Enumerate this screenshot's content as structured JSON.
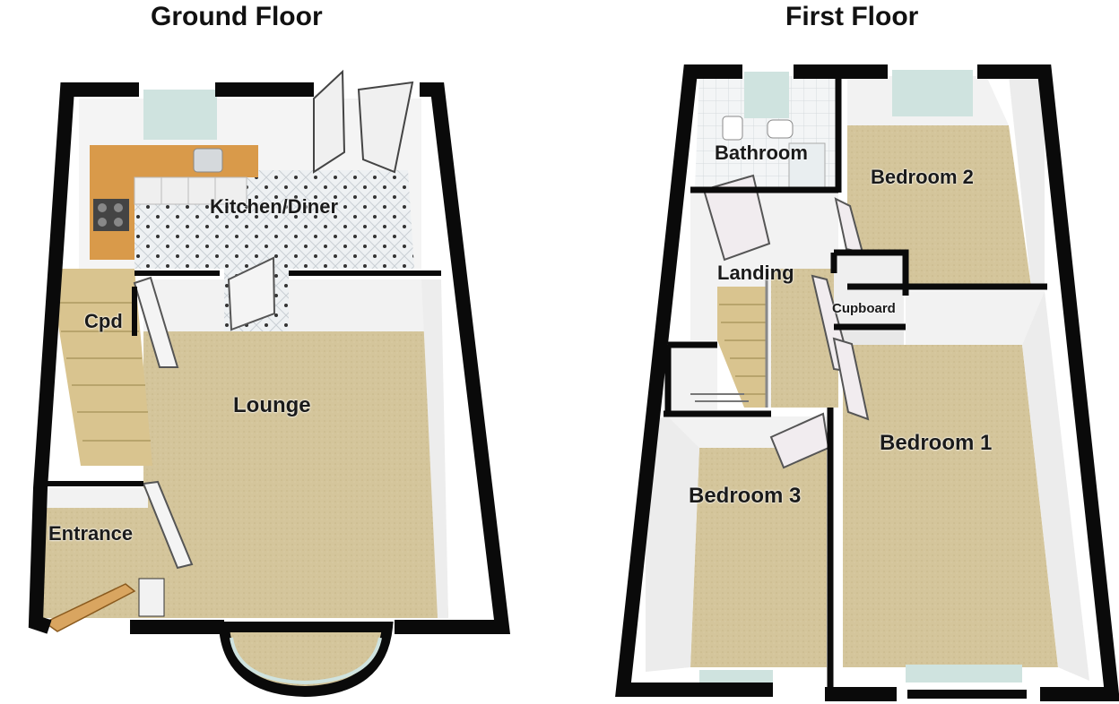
{
  "titles": {
    "ground": "Ground Floor",
    "first": "First Floor"
  },
  "ground_floor": {
    "kitchen": "Kitchen/Diner",
    "cpd": "Cpd",
    "lounge": "Lounge",
    "entrance": "Entrance"
  },
  "first_floor": {
    "bathroom": "Bathroom",
    "bedroom2": "Bedroom 2",
    "landing": "Landing",
    "cupboard": "Cupboard",
    "bedroom1": "Bedroom 1",
    "bedroom3": "Bedroom 3"
  },
  "colors": {
    "wall": "#0a0a0a",
    "carpet": "#d3c49a",
    "tile": "#e8ecef",
    "worktop": "#d99a4a",
    "stairs": "#d9c48f",
    "inner_wall": "#f2f2f2",
    "window": "#cfe3df"
  }
}
